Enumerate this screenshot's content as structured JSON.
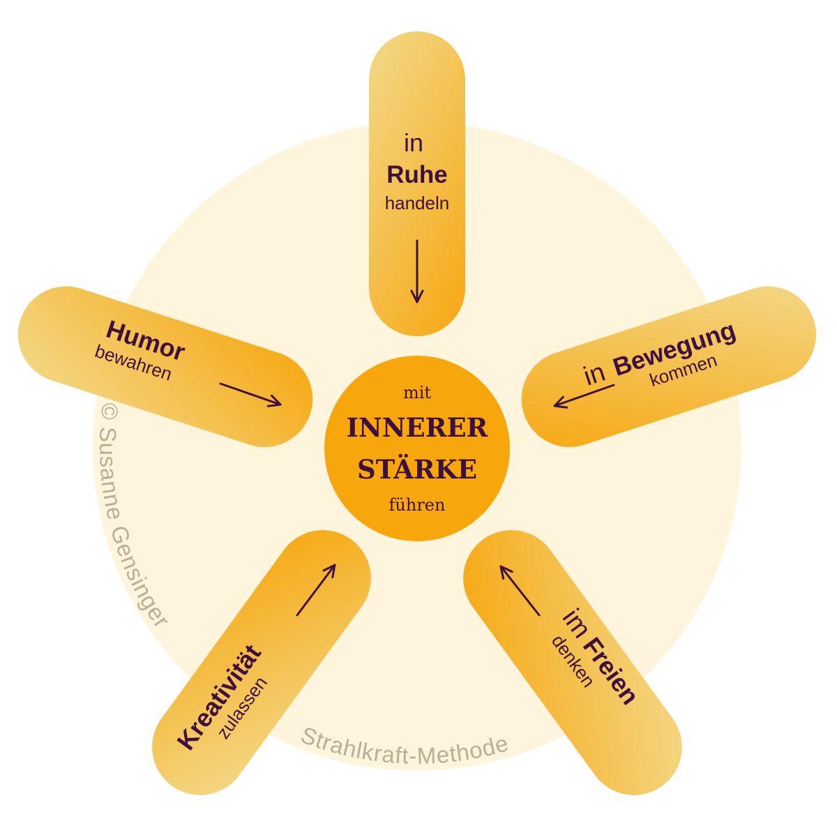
{
  "center": {
    "line1": "mit",
    "line2": "INNERER",
    "line3": "STÄRKE",
    "line4": "führen"
  },
  "rays": {
    "ruhe": {
      "prefix": "in",
      "keyword": "Ruhe",
      "verb": "handeln"
    },
    "bewegung": {
      "prefix": "in",
      "keyword": "Bewegung",
      "verb": "kommen"
    },
    "freien": {
      "prefix": "im",
      "keyword": "Freien",
      "verb": "denken"
    },
    "kreativitaet": {
      "keyword": "Kreativität",
      "verb": "zulassen"
    },
    "humor": {
      "keyword": "Humor",
      "verb": "bewahren"
    }
  },
  "copyright": "© Susanne Gensinger",
  "method_name": "Strahlkraft-Methode",
  "colors": {
    "background_circle": "#FEF5DC",
    "center_circle": "#F7A70B",
    "ray_outer": "#F3D580",
    "ray_inner": "#F6AB1A",
    "text": "#3D1040",
    "caption": "#BDAD93"
  }
}
